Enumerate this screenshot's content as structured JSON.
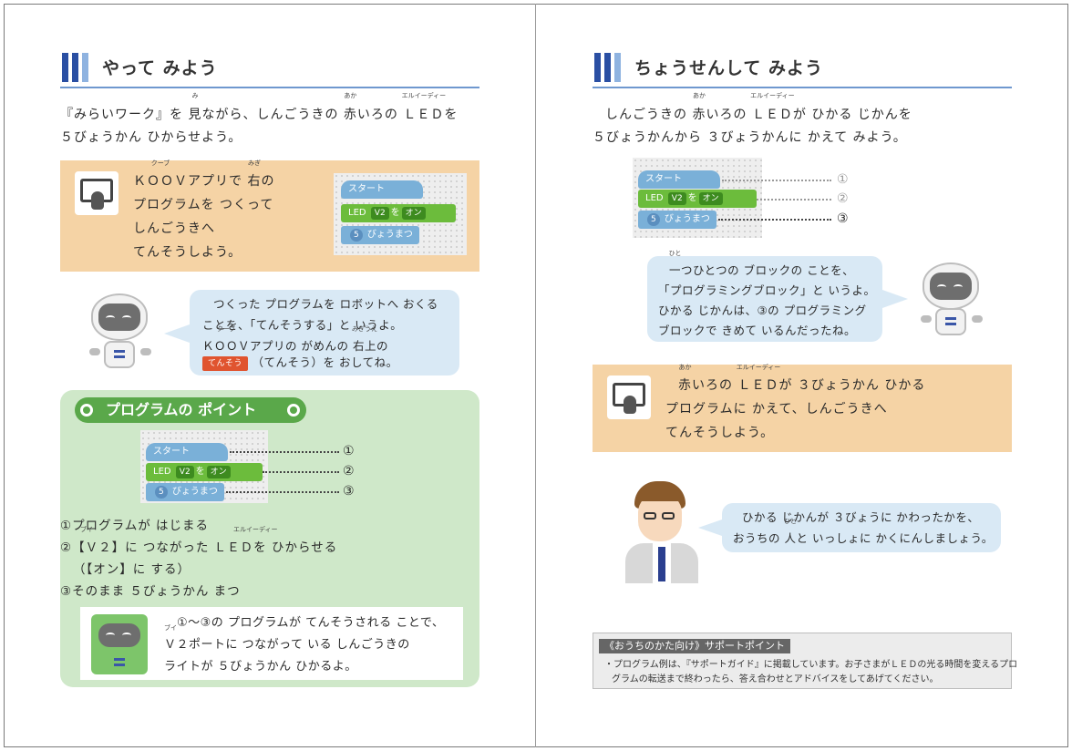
{
  "left": {
    "heading": "やって みよう",
    "intro_line1_a": "『みらいワーク』を ",
    "intro_line1_miru": "見",
    "intro_line1_miru_ruby": "み",
    "intro_line1_b": "ながら、しんごうきの ",
    "intro_line1_aka": "赤",
    "intro_line1_aka_ruby": "あか",
    "intro_line1_c": "いろの ",
    "intro_line1_led": "ＬＥＤ",
    "intro_line1_led_ruby": "エルイーディー",
    "intro_line1_d": "を",
    "intro_line2": "５びょうかん ひからせよう。",
    "task": {
      "line1_a": "ＫＯＯＶ",
      "line1_a_ruby": "クーブ",
      "line1_b": "アプリで ",
      "line1_migi": "右",
      "line1_migi_ruby": "みぎ",
      "line1_c": "の",
      "line2": "プログラムを つくって",
      "line3": "しんごうきへ",
      "line4": "てんそうしよう。"
    },
    "bubble": {
      "line1": "つくった プログラムを ロボットへ おくる",
      "line2": "ことを、「てんそうする」と いうよ。",
      "line3_a": "ＫＯＯＶ",
      "line3_a_ruby": "クーブ",
      "line3_b": "アプリの がめんの ",
      "line3_c": "右上",
      "line3_c_ruby": "みぎうえ",
      "line3_d": "の",
      "line4_btn": "てんそう",
      "line4_b": "（てんそう）を おしてね。"
    },
    "point": {
      "title": "プログラムの ポイント",
      "items": [
        "①プログラムが はじまる",
        "②【Ｖ２】に つながった ＬＥＤを ひからせる",
        "（【オン】に する）",
        "③そのまま ５びょうかん まつ"
      ],
      "item2_v_ruby": "ブイ",
      "item2_led_ruby": "エルイーディー",
      "note_line1": "①〜③の プログラムが てんそうされる ことで、",
      "note_line2": "Ｖ２ポートに つながって いる しんごうきの",
      "note_line2_ruby": "ブイ",
      "note_line3": "ライトが ５びょうかん ひかるよ。"
    }
  },
  "code": {
    "start": "スタート",
    "led": "LED",
    "port": "V2",
    "wo": "を",
    "on": "オン",
    "wait_num": "5",
    "wait": "びょうまつ",
    "n1": "①",
    "n2": "②",
    "n3": "③"
  },
  "right": {
    "heading": "ちょうせんして みよう",
    "intro_line1_a": "しんごうきの ",
    "intro_aka": "赤",
    "intro_aka_ruby": "あか",
    "intro_line1_b": "いろの ",
    "intro_led": "ＬＥＤ",
    "intro_led_ruby": "エルイーディー",
    "intro_line1_c": "が ひかる じかんを",
    "intro_line2": "５びょうかんから ３びょうかんに かえて みよう。",
    "bubble": {
      "line1_a": "一",
      "line1_a_ruby": "ひと",
      "line1_b": "つひとつの ブロックの ことを、",
      "line2": "「プログラミングブロック」と いうよ。",
      "line3": "ひかる じかんは、③の プログラミング",
      "line4": "ブロックで きめて いるんだったね。"
    },
    "task": {
      "line1_aka": "赤",
      "line1_aka_ruby": "あか",
      "line1_a": "いろの ",
      "line1_led": "ＬＥＤ",
      "line1_led_ruby": "エルイーディー",
      "line1_b": "が ３びょうかん ひかる",
      "line2": "プログラムに かえて、しんごうきへ",
      "line3": "てんそうしよう。"
    },
    "teacher_bubble": {
      "line1": "ひかる じかんが ３びょうに かわったかを、",
      "line2_a": "おうちの ",
      "line2_hito": "人",
      "line2_hito_ruby": "ひと",
      "line2_b": "と いっしょに かくにんしましょう。"
    },
    "support": {
      "title": "《おうちのかた向け》サポートポイント",
      "line1": "・プログラム例は、『サポートガイド』に掲載しています。お子さまがＬＥＤの光る時間を変えるプロ",
      "line2": "グラムの転送まで終わったら、答え合わせとアドバイスをしてあげてください。"
    }
  },
  "colors": {
    "heading_bar": "#2a4fa3",
    "orange_box": "#f5d3a5",
    "bubble_blue": "#d9e9f5",
    "green_box": "#cfe8c9",
    "green_accent": "#5aa84a",
    "send_button": "#e0542f"
  }
}
